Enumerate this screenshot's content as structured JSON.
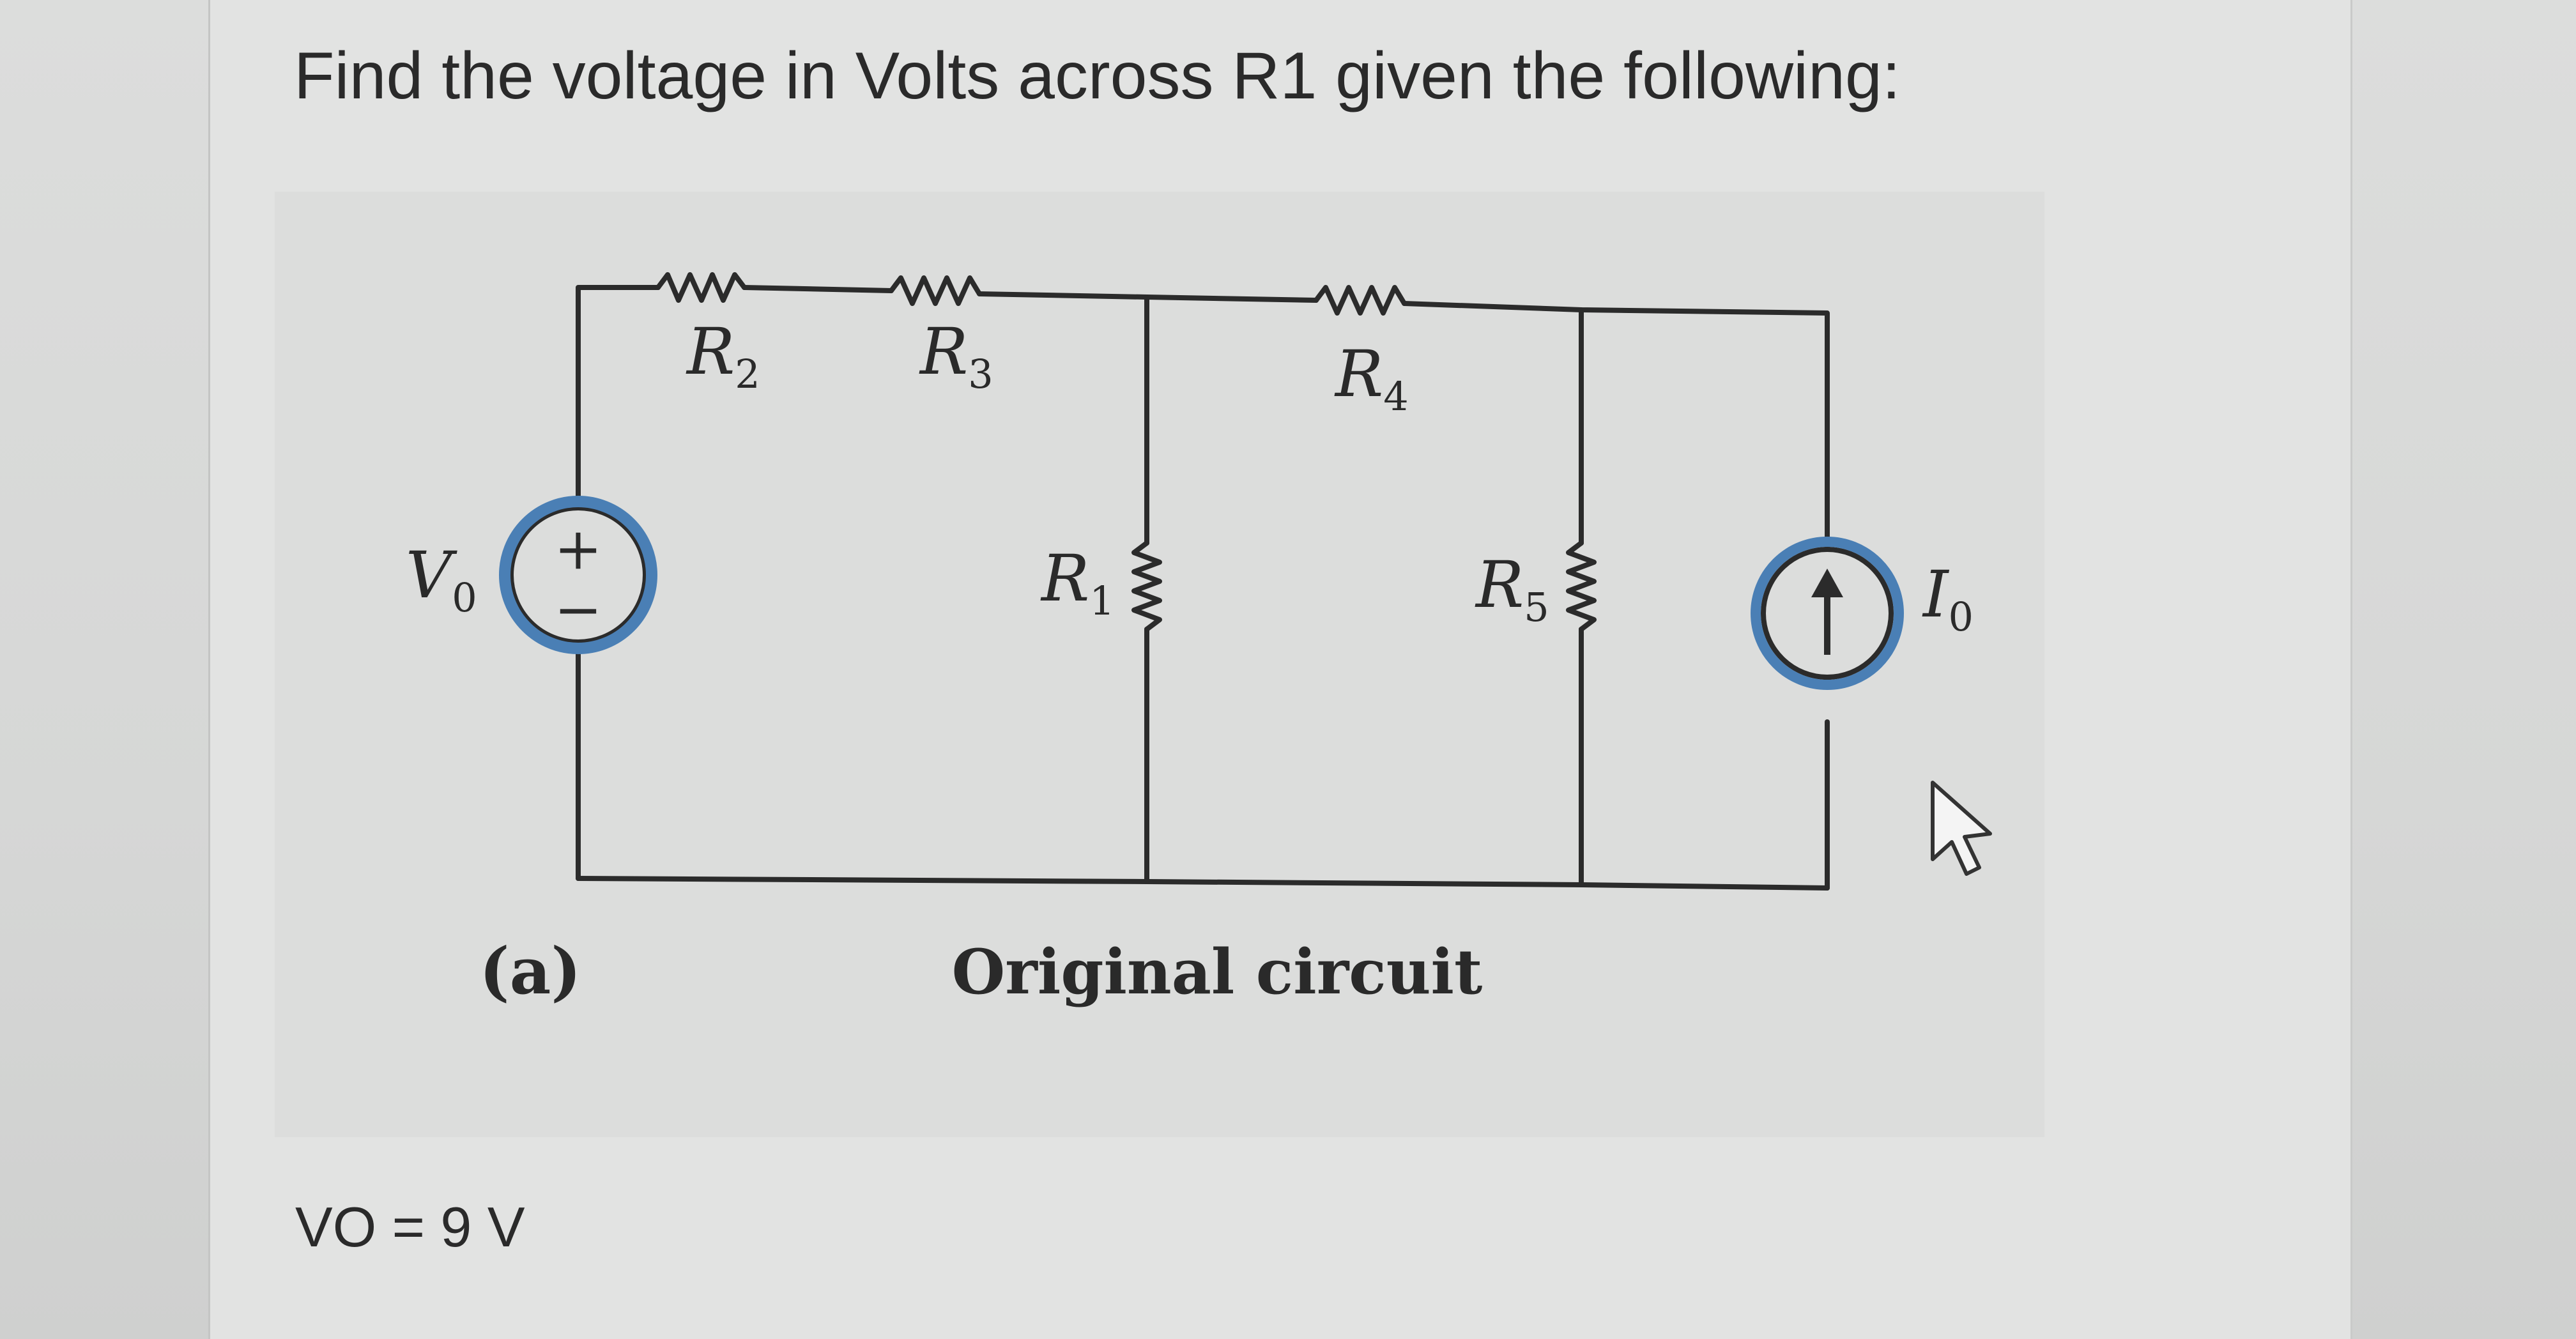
{
  "question": {
    "text": "Find the voltage in Volts across R1 given the following:"
  },
  "figure": {
    "labels": {
      "r2": "R",
      "r2_sub": "2",
      "r3": "R",
      "r3_sub": "3",
      "r4": "R",
      "r4_sub": "4",
      "r1": "R",
      "r1_sub": "1",
      "r5": "R",
      "r5_sub": "5",
      "v0": "V",
      "v0_sub": "0",
      "i0": "I",
      "i0_sub": "0",
      "plus": "+",
      "minus": "−"
    },
    "caption_left": "(a)",
    "caption_center": "Original circuit"
  },
  "given": {
    "text": "VO = 9 V"
  },
  "colors": {
    "wire": "#2b2b2b",
    "highlight_circle": "#4a7fb5",
    "text": "#2a2a2a"
  }
}
